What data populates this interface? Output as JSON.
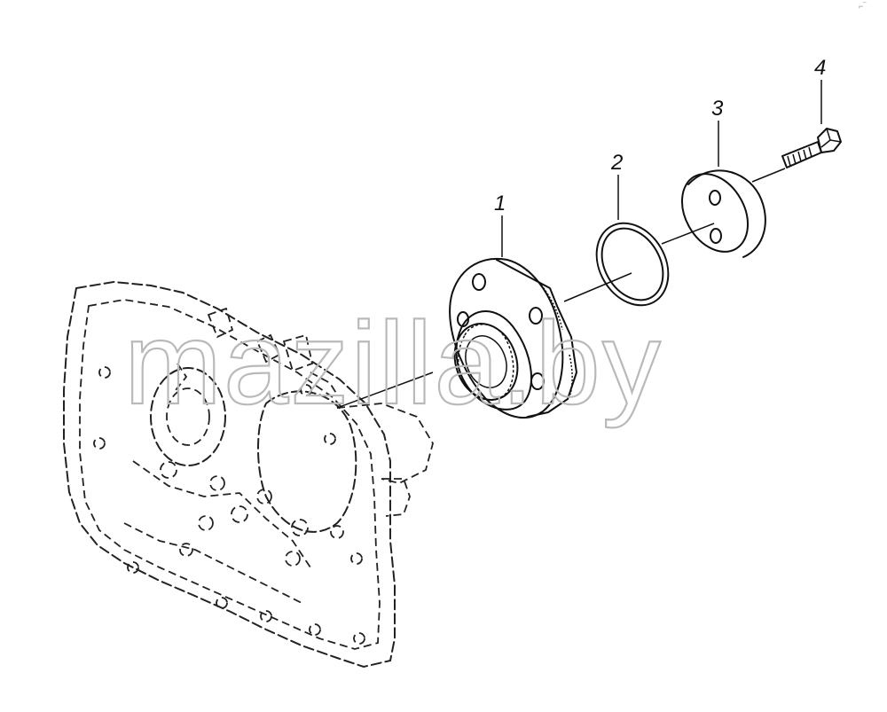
{
  "diagram": {
    "callouts": [
      {
        "id": "1",
        "label": "1"
      },
      {
        "id": "2",
        "label": "2"
      },
      {
        "id": "3",
        "label": "3"
      },
      {
        "id": "4",
        "label": "4"
      }
    ],
    "watermark": "mazilla.by",
    "corner_mark": "⌐‾"
  }
}
